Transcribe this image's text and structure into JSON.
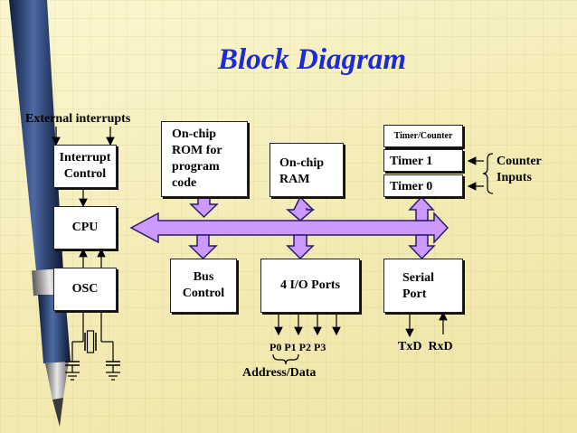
{
  "title": "Block Diagram",
  "labels": {
    "external_interrupts": "External interrupts",
    "counter_inputs": "Counter\nInputs",
    "ports": "P0 P1 P2 P3",
    "address_data": "Address/Data",
    "txd_rxd": "TxD  RxD"
  },
  "blocks": {
    "interrupt_control": "Interrupt\nControl",
    "cpu": "CPU",
    "osc": "OSC",
    "rom": "On-chip\nROM for\nprogram\ncode",
    "ram": "On-chip\nRAM",
    "timer_counter": "Timer/Counter",
    "timer1": "Timer 1",
    "timer0": "Timer 0",
    "bus_control": "Bus\nControl",
    "io_ports": "4 I/O Ports",
    "serial_port": "Serial\nPort"
  },
  "colors": {
    "title": "#1b2bd6",
    "bus_fill": "#cc99ff",
    "bus_stroke": "#2a1b6e",
    "background": "#f6efc0"
  }
}
